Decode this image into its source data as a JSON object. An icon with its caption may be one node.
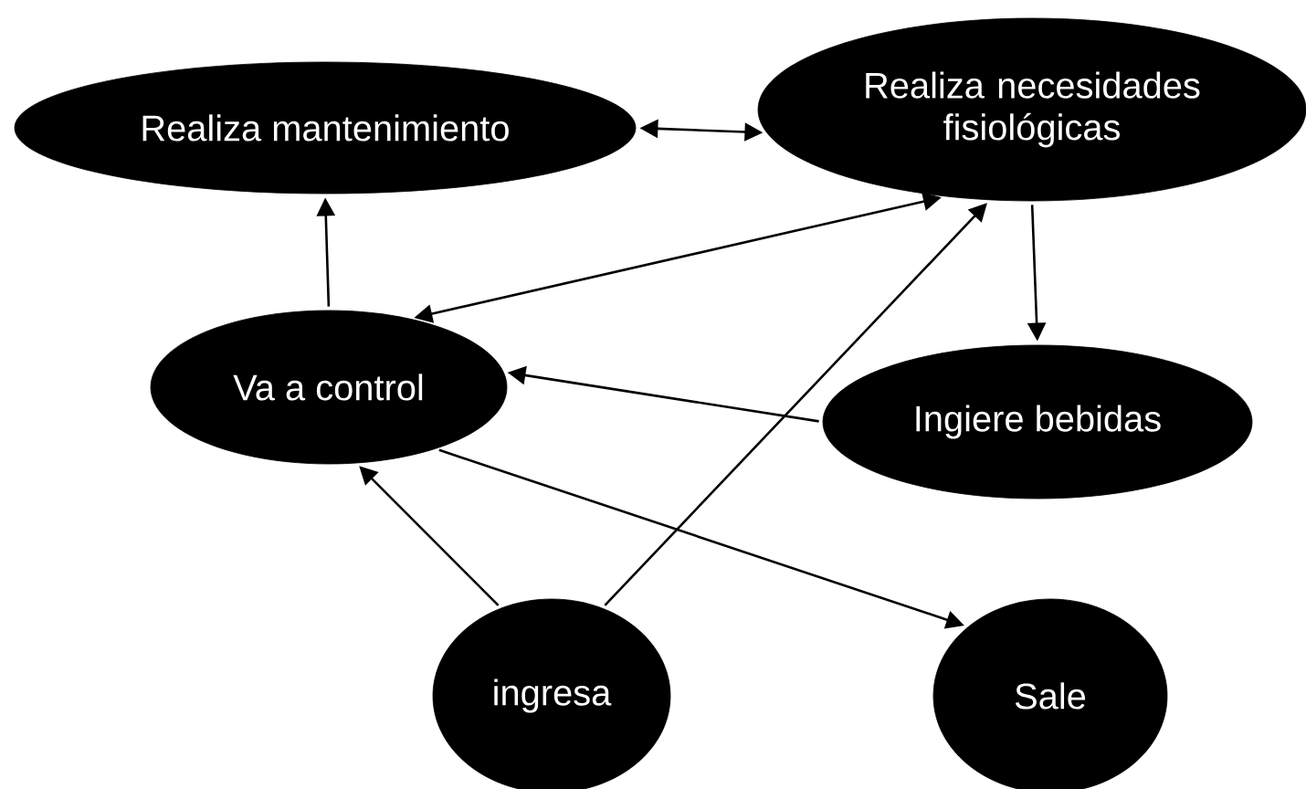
{
  "diagram": {
    "nodes": [
      {
        "text": [
          "Realiza mantenimiento"
        ]
      },
      {
        "text": [
          "Realiza necesidades fisiológicas"
        ]
      },
      {
        "text": [
          "Va a control"
        ]
      },
      {
        "text": [
          "Ingiere bebidas"
        ]
      },
      {
        "text": [
          "ingresa"
        ]
      },
      {
        "text": [
          "Sale"
        ]
      }
    ],
    "edges": [
      {
        "from": 0,
        "to": 1,
        "arrow": "both"
      },
      {
        "from": 2,
        "to": 0,
        "arrow": "to"
      },
      {
        "from": 1,
        "to": 2,
        "arrow": "both"
      },
      {
        "from": 1,
        "to": 3,
        "arrow": "to"
      },
      {
        "from": 3,
        "to": 2,
        "arrow": "to"
      },
      {
        "from": 4,
        "to": 2,
        "arrow": "to"
      },
      {
        "from": 4,
        "to": 1,
        "arrow": "to"
      },
      {
        "from": 2,
        "to": 5,
        "arrow": "to"
      }
    ]
  }
}
